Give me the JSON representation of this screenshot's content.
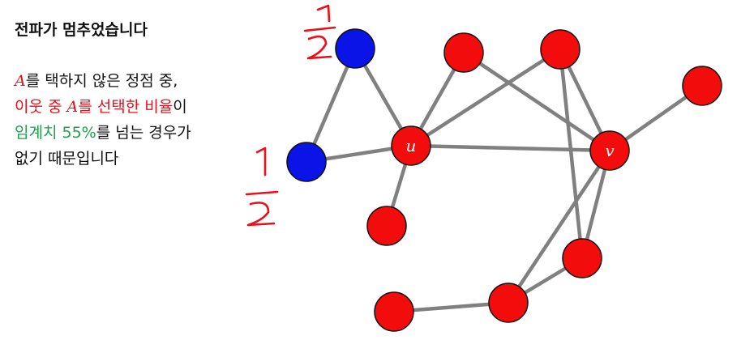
{
  "heading": "전파가 멈추었습니다",
  "paragraph": {
    "l1_var": "A",
    "l1_rest": "를 택하지 않은 정점 중,",
    "l2_a": "이웃 중 ",
    "l2_var": "A",
    "l2_b": "를 선택한 비율",
    "l2_c": "이",
    "l3_a": "임계치 55%",
    "l3_b": "를 넘는 경우가",
    "l4": "없기 때문입니다"
  },
  "colors": {
    "blue_node": "#0a14e6",
    "red_node": "#f20c0c",
    "edge": "#808080",
    "annotation": "#e8101a"
  },
  "graph": {
    "nodes": [
      {
        "id": "b1",
        "color": "blue",
        "label": ""
      },
      {
        "id": "b2",
        "color": "blue",
        "label": ""
      },
      {
        "id": "u",
        "color": "red",
        "label": "u"
      },
      {
        "id": "r1",
        "color": "red",
        "label": ""
      },
      {
        "id": "r2",
        "color": "red",
        "label": ""
      },
      {
        "id": "r3",
        "color": "red",
        "label": ""
      },
      {
        "id": "v",
        "color": "red",
        "label": "v"
      },
      {
        "id": "r4",
        "color": "red",
        "label": ""
      },
      {
        "id": "r5",
        "color": "red",
        "label": ""
      },
      {
        "id": "r6",
        "color": "red",
        "label": ""
      },
      {
        "id": "r7",
        "color": "red",
        "label": ""
      }
    ],
    "edges": [
      [
        "b1",
        "b2"
      ],
      [
        "b1",
        "u"
      ],
      [
        "b2",
        "u"
      ],
      [
        "u",
        "r1"
      ],
      [
        "u",
        "r2"
      ],
      [
        "u",
        "v"
      ],
      [
        "u",
        "r4"
      ],
      [
        "r1",
        "v"
      ],
      [
        "r2",
        "v"
      ],
      [
        "r2",
        "r5"
      ],
      [
        "r3",
        "v"
      ],
      [
        "v",
        "r5"
      ],
      [
        "v",
        "r6"
      ],
      [
        "r5",
        "r6"
      ],
      [
        "r6",
        "r7"
      ]
    ]
  }
}
